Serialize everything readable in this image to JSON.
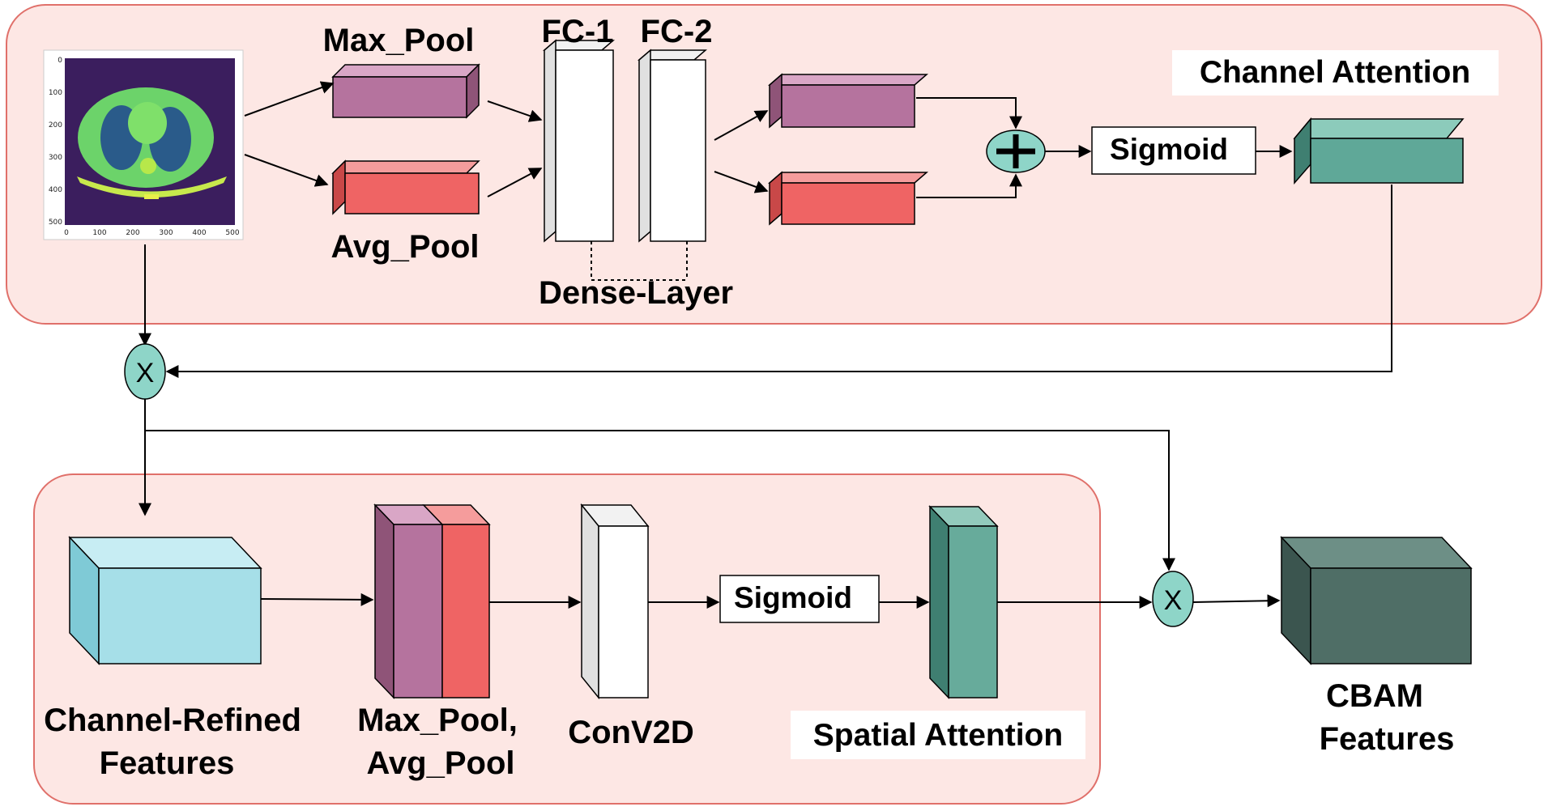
{
  "labels": {
    "max_pool": "Max_Pool",
    "avg_pool": "Avg_Pool",
    "fc1": "FC-1",
    "fc2": "FC-2",
    "dense_layer": "Dense-Layer",
    "channel_attention": "Channel Attention",
    "sigmoid_top": "Sigmoid",
    "plus": "+",
    "multiply_symbol": "X",
    "channel_refined_line1": "Channel-Refined",
    "channel_refined_line2": "Features",
    "pool_pair_line1": "Max_Pool,",
    "pool_pair_line2": "Avg_Pool",
    "conv2d": "ConV2D",
    "sigmoid_bottom": "Sigmoid",
    "spatial_attention": "Spatial Attention",
    "cbam_line1": "CBAM",
    "cbam_line2": "Features"
  },
  "ct_scan": {
    "y_ticks": [
      "0",
      "100",
      "200",
      "300",
      "400",
      "500"
    ],
    "x_ticks": [
      "0",
      "100",
      "200",
      "300",
      "400",
      "500"
    ]
  },
  "colors": {
    "panel_fill": "#fde7e4",
    "panel_border": "#e0706a",
    "max_pool": "#b5739e",
    "avg_pool": "#ef6464",
    "fc_layer": "#ffffff",
    "channel_map": "#5fa898",
    "channel_refined": "#a6dfe8",
    "spatial_map": "#67ab9b",
    "cbam": "#4f6e66",
    "operator": "#8ed5c8",
    "ct_background": "#3b1e5e",
    "ct_body": "#6cd36a"
  }
}
